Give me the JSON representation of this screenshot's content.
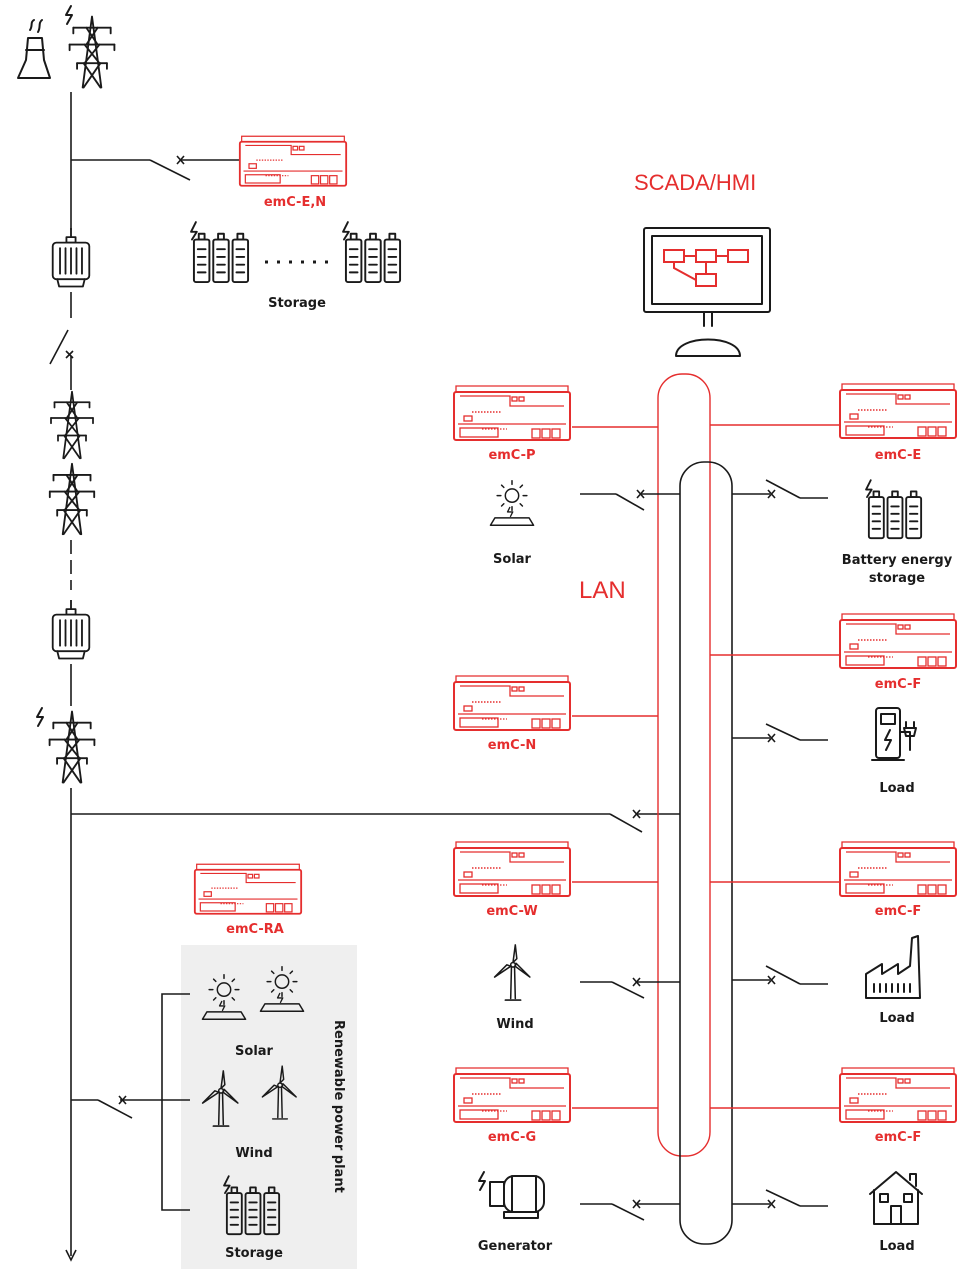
{
  "title_labels": {
    "scada": "SCADA/HMI",
    "lan": "LAN"
  },
  "devices": {
    "emc_en": "emC-E,N",
    "emc_p": "emC-P",
    "emc_e": "emC-E",
    "emc_n": "emC-N",
    "emc_f1": "emC-F",
    "emc_w": "emC-W",
    "emc_f2": "emC-F",
    "emc_ra": "emC-RA",
    "emc_g": "emC-G",
    "emc_f3": "emC-F"
  },
  "blocks": {
    "storage_top": "Storage",
    "solar_right": "Solar",
    "battery_line1": "Battery energy",
    "battery_line2": "storage",
    "load_ev": "Load",
    "load_factory": "Load",
    "load_house": "Load",
    "wind_right": "Wind",
    "generator": "Generator",
    "solar_plant": "Solar",
    "wind_plant": "Wind",
    "storage_plant": "Storage",
    "plant_title": "Renewable power plant"
  },
  "colors": {
    "accent": "#e52e2e",
    "line": "#1a1a1a",
    "plant_bg": "#efefef"
  }
}
